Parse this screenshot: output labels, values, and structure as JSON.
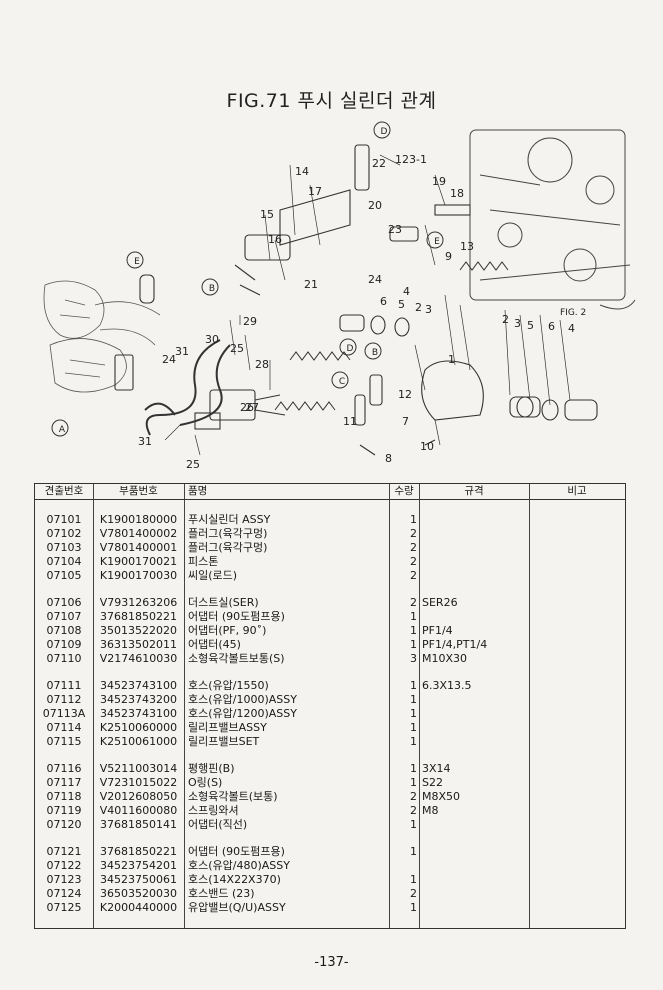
{
  "figure": {
    "title": "FIG.71 푸시 실린더 관계",
    "callouts": [
      "1",
      "2",
      "3",
      "4",
      "5",
      "6",
      "7",
      "8",
      "9",
      "10",
      "11",
      "12",
      "13",
      "14",
      "15",
      "16",
      "17",
      "18",
      "19",
      "20",
      "21",
      "22",
      "23",
      "24",
      "25",
      "26",
      "27",
      "28",
      "29",
      "30",
      "31",
      "123-1",
      "FIG. 2"
    ],
    "circle_labels": [
      "A",
      "B",
      "C",
      "D",
      "E"
    ]
  },
  "table": {
    "headers": [
      "견출번호",
      "부품번호",
      "품명",
      "수량",
      "규격",
      "비고"
    ],
    "groups": [
      [
        {
          "no": "07101",
          "part": "K1900180000",
          "name": "푸시실린더  ASSY",
          "qty": "1",
          "spec": ""
        },
        {
          "no": "07102",
          "part": "V7801400002",
          "name": "플러그(육각구멍)",
          "qty": "2",
          "spec": ""
        },
        {
          "no": "07103",
          "part": "V7801400001",
          "name": "플러그(육각구멍)",
          "qty": "2",
          "spec": ""
        },
        {
          "no": "07104",
          "part": "K1900170021",
          "name": "피스톤",
          "qty": "2",
          "spec": ""
        },
        {
          "no": "07105",
          "part": "K1900170030",
          "name": "씨일(로드)",
          "qty": "2",
          "spec": ""
        }
      ],
      [
        {
          "no": "07106",
          "part": "V7931263206",
          "name": "더스트실(SER)",
          "qty": "2",
          "spec": "SER26"
        },
        {
          "no": "07107",
          "part": "37681850221",
          "name": "어댑터 (90도펌프용)",
          "qty": "1",
          "spec": ""
        },
        {
          "no": "07108",
          "part": "35013522020",
          "name": "어댑터(PF, 90˚)",
          "qty": "1",
          "spec": "PF1/4"
        },
        {
          "no": "07109",
          "part": "36313502011",
          "name": "어댑터(45)",
          "qty": "1",
          "spec": "PF1/4,PT1/4"
        },
        {
          "no": "07110",
          "part": "V2174610030",
          "name": "소형육각볼트보통(S)",
          "qty": "3",
          "spec": "M10X30"
        }
      ],
      [
        {
          "no": "07111",
          "part": "34523743100",
          "name": "호스(유압/1550)",
          "qty": "1",
          "spec": "6.3X13.5"
        },
        {
          "no": "07112",
          "part": "34523743200",
          "name": "호스(유압/1000)ASSY",
          "qty": "1",
          "spec": ""
        },
        {
          "no": "07113A",
          "part": "34523743100",
          "name": "호스(유압/1200)ASSY",
          "qty": "1",
          "spec": ""
        },
        {
          "no": "07114",
          "part": "K2510060000",
          "name": "릴리프밸브ASSY",
          "qty": "1",
          "spec": ""
        },
        {
          "no": "07115",
          "part": "K2510061000",
          "name": "릴리프밸브SET",
          "qty": "1",
          "spec": ""
        }
      ],
      [
        {
          "no": "07116",
          "part": "V5211003014",
          "name": "평행핀(B)",
          "qty": "1",
          "spec": "3X14"
        },
        {
          "no": "07117",
          "part": "V7231015022",
          "name": "O링(S)",
          "qty": "1",
          "spec": "S22"
        },
        {
          "no": "07118",
          "part": "V2012608050",
          "name": "소형육각볼트(보통)",
          "qty": "2",
          "spec": "M8X50"
        },
        {
          "no": "07119",
          "part": "V4011600080",
          "name": "스프링와셔",
          "qty": "2",
          "spec": "M8"
        },
        {
          "no": "07120",
          "part": "37681850141",
          "name": "어댑터(직선)",
          "qty": "1",
          "spec": ""
        }
      ],
      [
        {
          "no": "07121",
          "part": "37681850221",
          "name": "어댑터 (90도펌프용)",
          "qty": "1",
          "spec": ""
        },
        {
          "no": "07122",
          "part": "34523754201",
          "name": "호스(유압/480)ASSY",
          "qty": "",
          "spec": ""
        },
        {
          "no": "07123",
          "part": "34523750061",
          "name": "호스(14X22X370)",
          "qty": "1",
          "spec": ""
        },
        {
          "no": "07124",
          "part": "36503520030",
          "name": "호스밴드 (23)",
          "qty": "2",
          "spec": ""
        },
        {
          "no": "07125",
          "part": "K2000440000",
          "name": "유압밸브(Q/U)ASSY",
          "qty": "1",
          "spec": ""
        }
      ]
    ]
  },
  "page_number": "-137-"
}
